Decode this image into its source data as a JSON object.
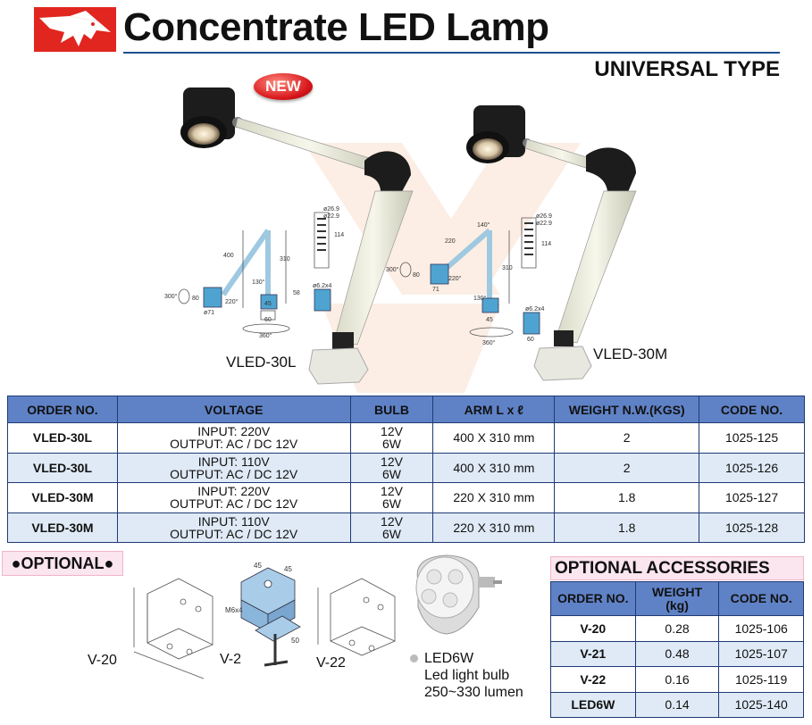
{
  "header": {
    "title": "Concentrate LED Lamp",
    "subtitle": "UNIVERSAL TYPE",
    "badge": "NEW"
  },
  "products": {
    "left_label": "VLED-30L",
    "right_label": "VLED-30M"
  },
  "drawing_dims": {
    "left": {
      "d1": "ø26.9",
      "d2": "ø22.9",
      "h1": "114",
      "arm1": "400",
      "arm2": "310",
      "angle1": "130°",
      "angle2": "220°",
      "rot1": "300°",
      "rot2": "360°",
      "base_h": "80",
      "base_d": "ø71",
      "foot1": "45",
      "foot2": "60",
      "foot3": "58",
      "clamp": "ø6.2x4"
    },
    "right": {
      "d1": "ø26.9",
      "d2": "ø22.9",
      "h1": "114",
      "arm1": "220",
      "arm2": "310",
      "angle1": "140°",
      "angle2": "220°",
      "angle3": "130°",
      "rot1": "300°",
      "rot2": "360°",
      "base_h": "80",
      "base_w": "71",
      "foot1": "45",
      "foot2": "60",
      "clamp": "ø6.2x4"
    }
  },
  "main_table": {
    "headers": [
      "ORDER NO.",
      "VOLTAGE",
      "BULB",
      "ARM L x ℓ",
      "WEIGHT N.W.(KGS)",
      "CODE NO."
    ],
    "rows": [
      {
        "order": "VLED-30L",
        "v1": "INPUT: 220V",
        "v2": "OUTPUT: AC / DC 12V",
        "b1": "12V",
        "b2": "6W",
        "arm": "400 X 310 mm",
        "weight": "2",
        "code": "1025-125"
      },
      {
        "order": "VLED-30L",
        "v1": "INPUT: 110V",
        "v2": "OUTPUT: AC / DC 12V",
        "b1": "12V",
        "b2": "6W",
        "arm": "400 X 310 mm",
        "weight": "2",
        "code": "1025-126"
      },
      {
        "order": "VLED-30M",
        "v1": "INPUT: 220V",
        "v2": "OUTPUT: AC / DC 12V",
        "b1": "12V",
        "b2": "6W",
        "arm": "220 X 310 mm",
        "weight": "1.8",
        "code": "1025-127"
      },
      {
        "order": "VLED-30M",
        "v1": "INPUT: 110V",
        "v2": "OUTPUT: AC / DC 12V",
        "b1": "12V",
        "b2": "6W",
        "arm": "220 X 310 mm",
        "weight": "1.8",
        "code": "1025-128"
      }
    ]
  },
  "optional": {
    "tag": "●OPTIONAL●",
    "brackets": [
      "V-20",
      "V-2",
      "V-22"
    ],
    "v2_dims": {
      "a": "45",
      "b": "45",
      "c": "M6x4",
      "d": "50"
    },
    "bulb_name": "LED6W",
    "bulb_desc": "Led light bulb",
    "bulb_lumen": "250~330 lumen"
  },
  "accessories": {
    "title": "OPTIONAL ACCESSORIES",
    "headers": [
      "ORDER NO.",
      "WEIGHT",
      "(kg)",
      "CODE NO."
    ],
    "rows": [
      {
        "order": "V-20",
        "weight": "0.28",
        "code": "1025-106"
      },
      {
        "order": "V-21",
        "weight": "0.48",
        "code": "1025-107"
      },
      {
        "order": "V-22",
        "weight": "0.16",
        "code": "1025-119"
      },
      {
        "order": "LED6W",
        "weight": "0.14",
        "code": "1025-140"
      }
    ]
  },
  "colors": {
    "brand_red": "#e0261f",
    "header_blue": "#5f82c6",
    "row_alt": "#dfeaf6",
    "tag_pink": "#fbe5ee"
  }
}
